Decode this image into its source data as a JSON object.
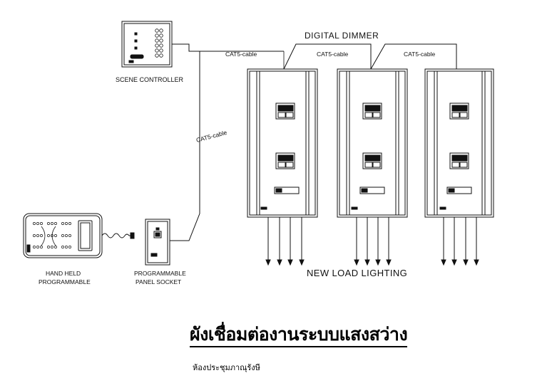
{
  "labels": {
    "digital_dimmer": "DIGITAL DIMMER",
    "cable_1": "CAT5-cable",
    "cable_2": "CAT5-cable",
    "cable_3": "CAT5-cable",
    "cable_vertical": "CAT5-cable",
    "scene_controller": "SCENE CONTROLLER",
    "hand_held_line1": "HAND HELD",
    "hand_held_line2": "PROGRAMMABLE",
    "panel_socket_line1": "PROGRAMMABLE",
    "panel_socket_line2": "PANEL SOCKET",
    "new_load_lighting": "NEW LOAD LIGHTING"
  },
  "title": "ผังเชื่อมต่องานระบบแสงสว่าง",
  "subtitle": "ห้องประชุมภาณุรังษี"
}
